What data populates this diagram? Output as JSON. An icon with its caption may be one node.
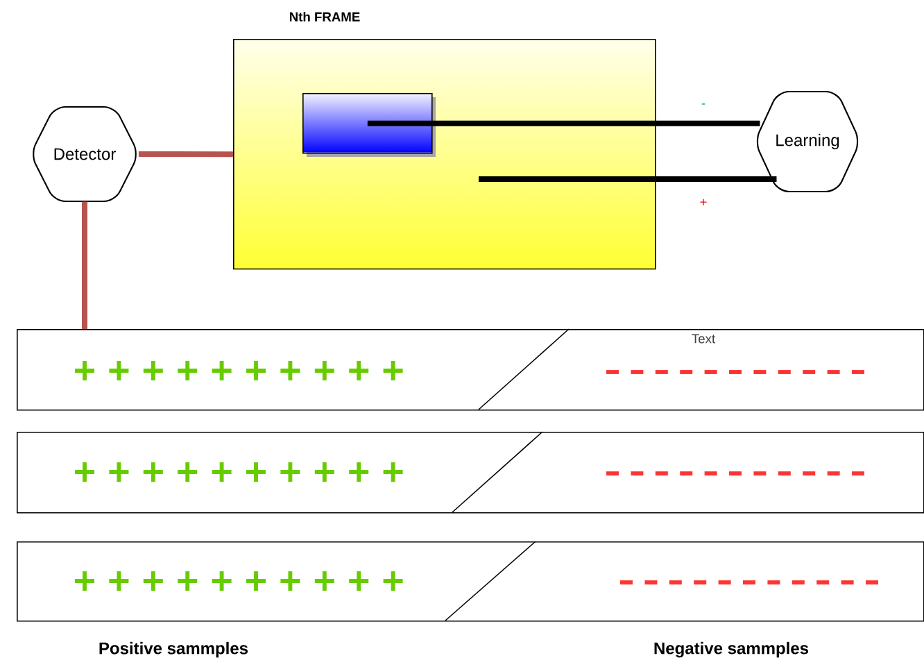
{
  "diagram": {
    "nodes": [
      {
        "text": [
          "Detector"
        ]
      },
      {
        "text": [
          "Nth FRAME"
        ]
      },
      {
        "text": [],
        "shape": "box",
        "in": 1
      },
      {
        "text": [
          "Learning"
        ]
      },
      {
        "text": [
          "Text"
        ]
      },
      {
        "text": [],
        "shape": "box"
      },
      {
        "text": [],
        "shape": "box"
      }
    ],
    "edges": [
      {
        "from": 0,
        "to": 1,
        "arrow": "none",
        "color": "#b85450"
      },
      {
        "from": 0,
        "to": 4,
        "arrow": "none",
        "color": "#b85450"
      },
      {
        "from": 2,
        "to": 3,
        "arrow": "none",
        "color": "#000000",
        "label": "-"
      },
      {
        "from": null,
        "to": 3,
        "arrow": "none",
        "color": "#000000",
        "label": "+"
      }
    ],
    "labels": [
      "Positive sammples",
      "Negative sammples"
    ]
  }
}
